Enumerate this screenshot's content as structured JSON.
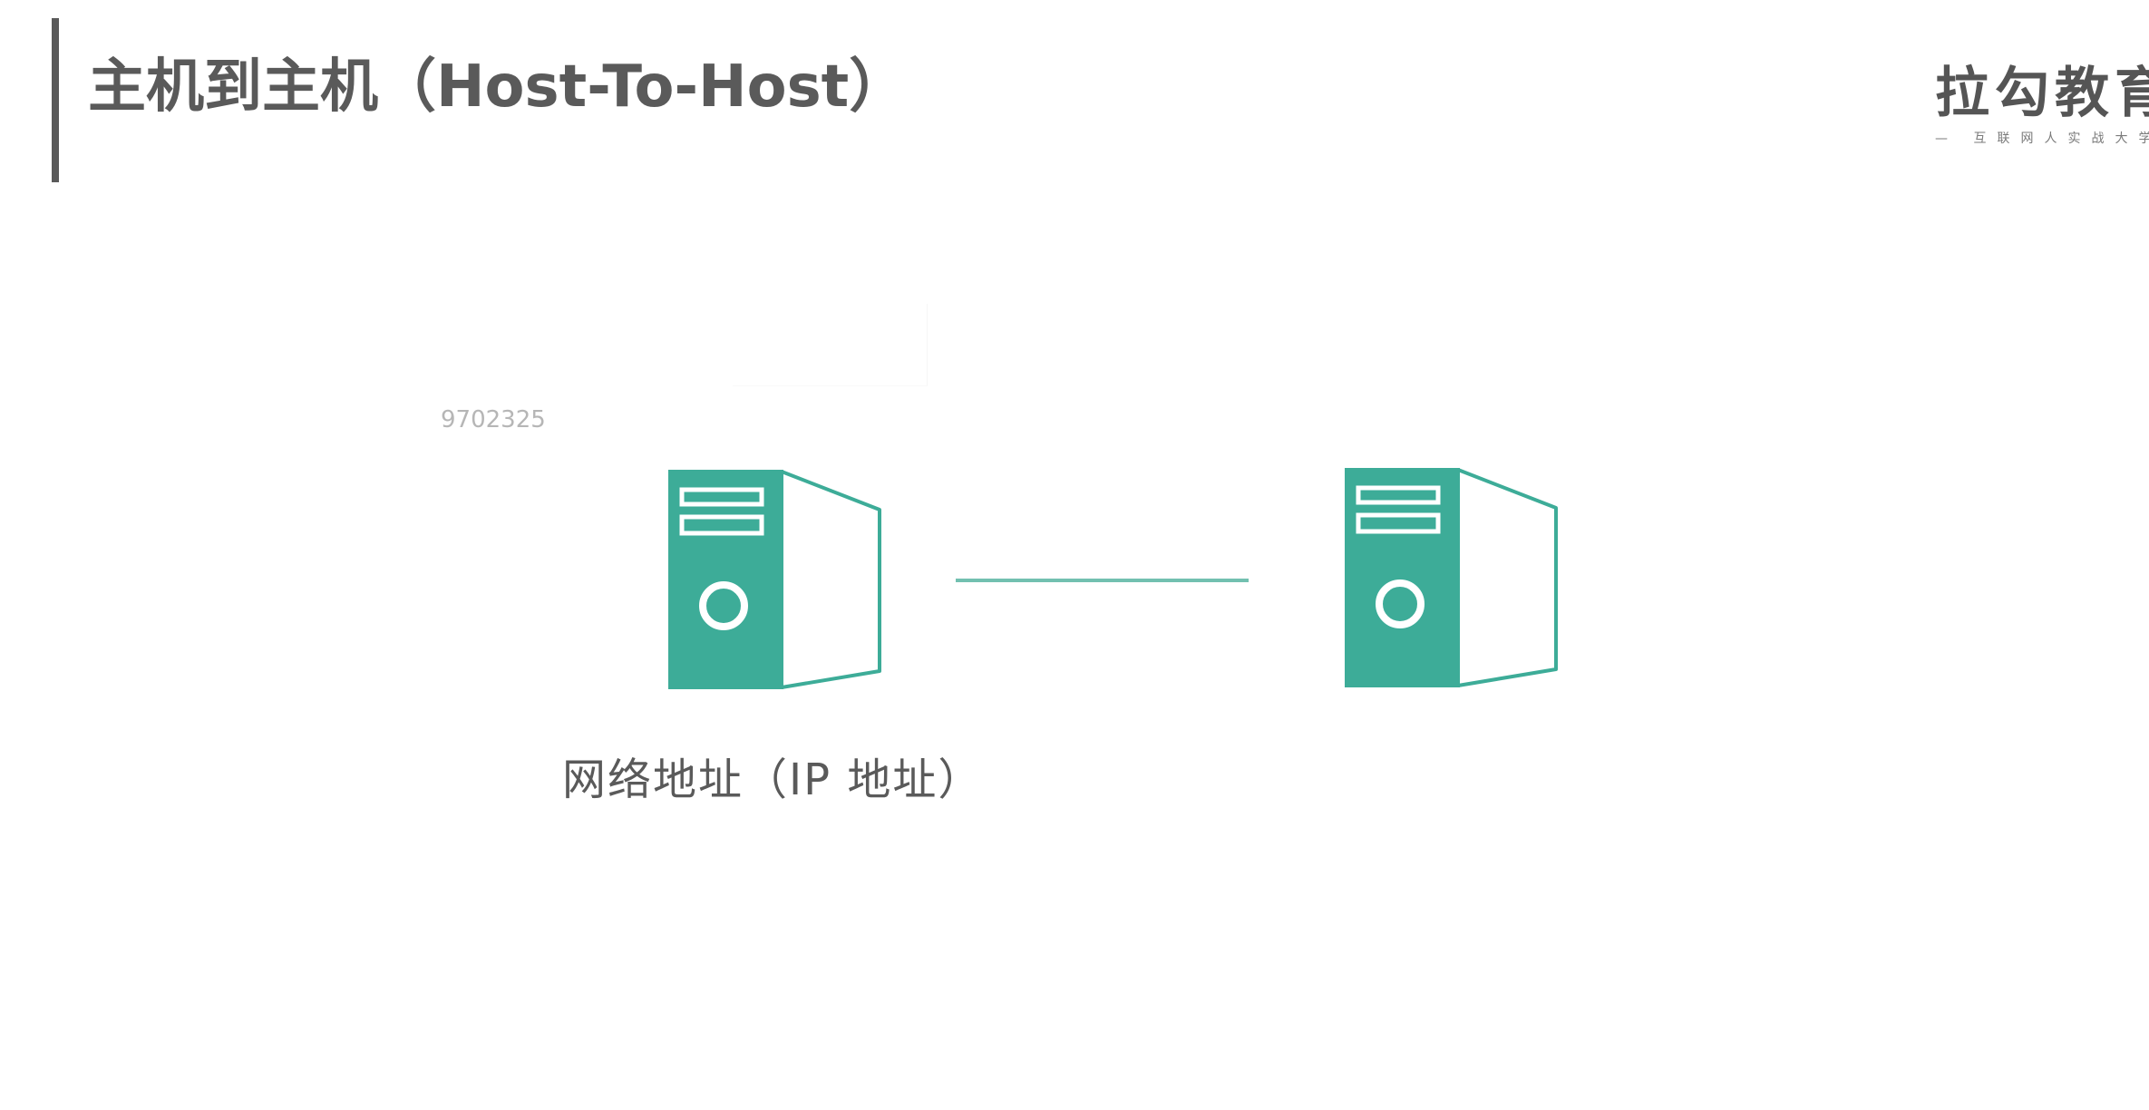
{
  "slide": {
    "title": "主机到主机（Host-To-Host）",
    "caption": "网络地址（IP 地址）",
    "watermark": "9702325"
  },
  "logo": {
    "name": "拉勾教育",
    "tagline": "— 互联网人实战大学 —"
  },
  "colors": {
    "accent": "#3dac98",
    "connector": "#72c0b0",
    "text": "#5a5a5a"
  },
  "icons": [
    "server-icon",
    "server-icon"
  ]
}
